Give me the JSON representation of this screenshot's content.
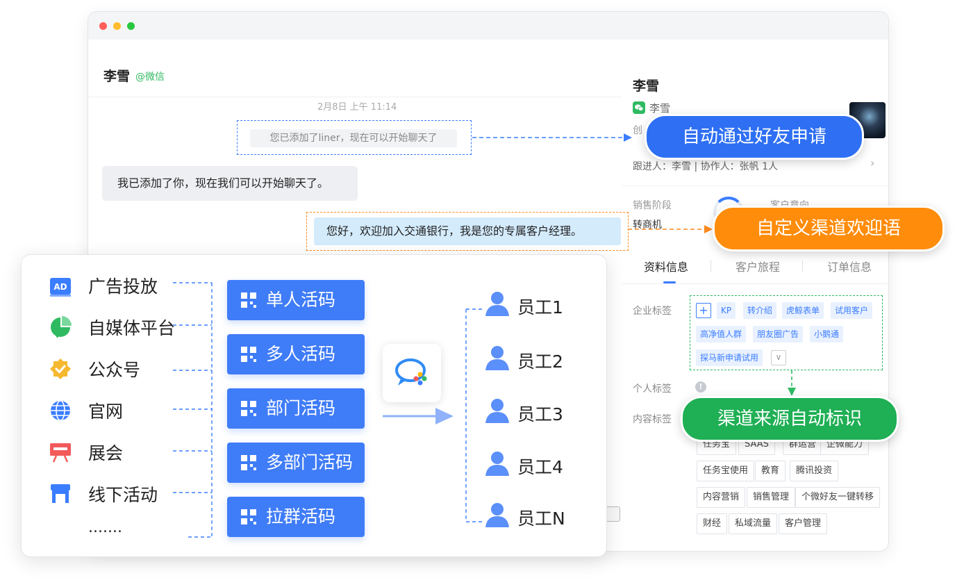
{
  "chat": {
    "contact_name": "李雪",
    "contact_source": "@微信",
    "timestamp": "2月8日 上午 11:14",
    "system_message": "您已添加了liner，现在可以开始聊天了",
    "incoming_message": "我已添加了你，现在我们可以开始聊天了。",
    "welcome_message": "您好，欢迎加入交通银行，我是您的专属客户经理。"
  },
  "customer": {
    "name": "李雪",
    "wechat_name": "李雪",
    "created_prefix": "创",
    "follow_info": "跟进人：李雪  |  协作人：张帆  1人",
    "stage_label": "销售阶段",
    "stage_value": "转商机",
    "intent_label": "客户意向",
    "tabs": [
      "资料信息",
      "客户旅程",
      "订单信息"
    ],
    "enterprise_tag_label": "企业标签",
    "enterprise_tags": [
      "KP",
      "转介绍",
      "虎鲸表单",
      "试用客户",
      "高净值人群",
      "朋友圈广告",
      "小鹅通",
      "探马新申请试用"
    ],
    "personal_tag_label": "个人标签",
    "content_tag_label": "内容标签",
    "content_tags": [
      "任务宝",
      "SAAS",
      "群运营",
      "企微能力",
      "任务宝使用",
      "教育",
      "腾讯投资",
      "内容营销",
      "销售管理",
      "个微好友一键转移",
      "财经",
      "私域流量",
      "客户管理"
    ]
  },
  "callouts": {
    "auto_accept": "自动通过好友申请",
    "custom_welcome": "自定义渠道欢迎语",
    "auto_tag": "渠道来源自动标识"
  },
  "channels": {
    "sources": [
      "广告投放",
      "自媒体平台",
      "公众号",
      "官网",
      "展会",
      "线下活动"
    ],
    "more": ".......",
    "ad_icon_text": "AD",
    "codes": [
      "单人活码",
      "多人活码",
      "部门活码",
      "多部门活码",
      "拉群活码"
    ],
    "employees": [
      "员工1",
      "员工2",
      "员工3",
      "员工4",
      "员工N"
    ]
  },
  "colors": {
    "blue": "#3a7dff",
    "orange": "#ff8a1d",
    "green": "#2fba62",
    "code_button": "#3f7cf7"
  }
}
